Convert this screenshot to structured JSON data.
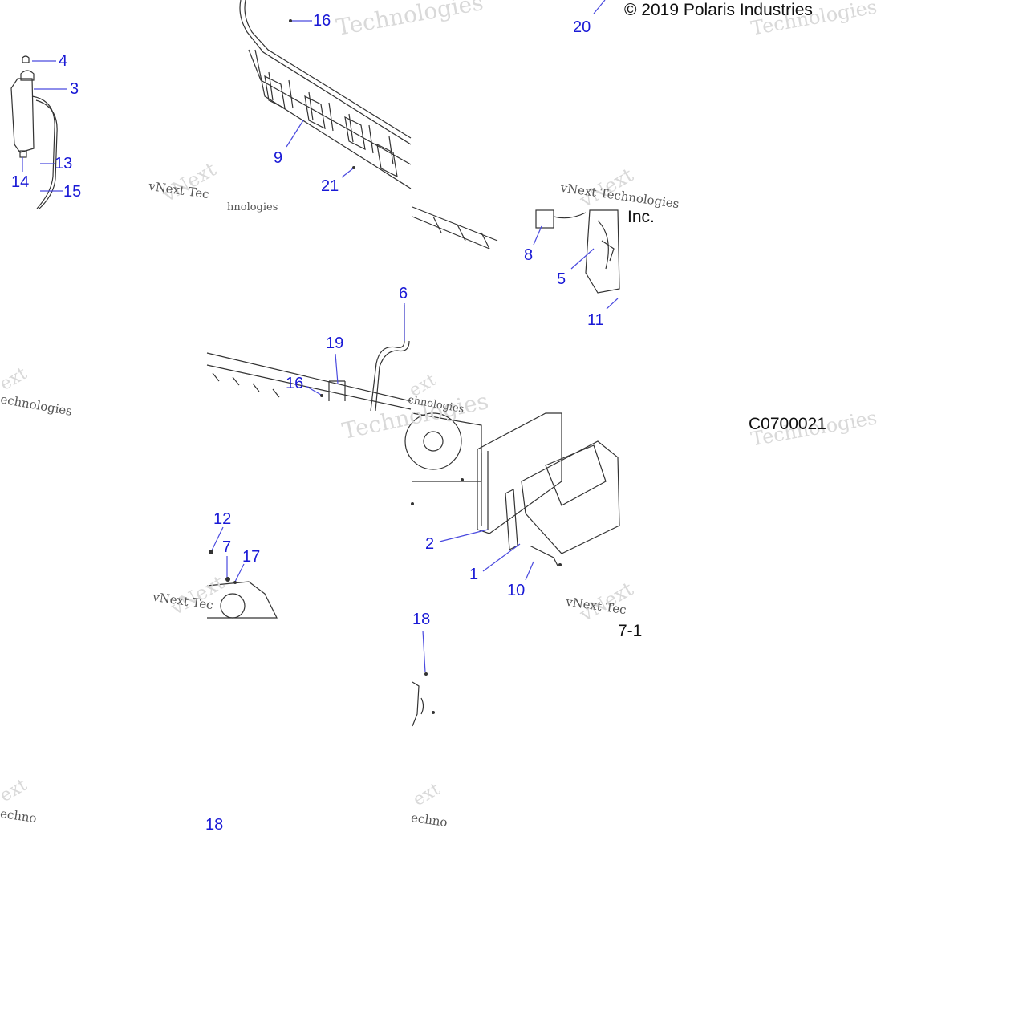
{
  "copyright": "© 2019 Polaris Industries",
  "copyright_cont": "Inc.",
  "figure_code": "C0700021",
  "page_ref": "7-1",
  "watermark_big": [
    "Technologies",
    "vNext"
  ],
  "watermark_small": "vNext Technologies",
  "watermark_fragments": [
    "vNext Tec",
    "hnologies",
    "ext",
    "echnologies",
    "echno",
    "ext",
    "echno",
    "chnologies"
  ],
  "callouts": [
    "16",
    "20",
    "4",
    "3",
    "13",
    "14",
    "15",
    "9",
    "21",
    "8",
    "5",
    "11",
    "6",
    "19",
    "16",
    "2",
    "1",
    "10",
    "12",
    "7",
    "17",
    "18",
    "18"
  ]
}
